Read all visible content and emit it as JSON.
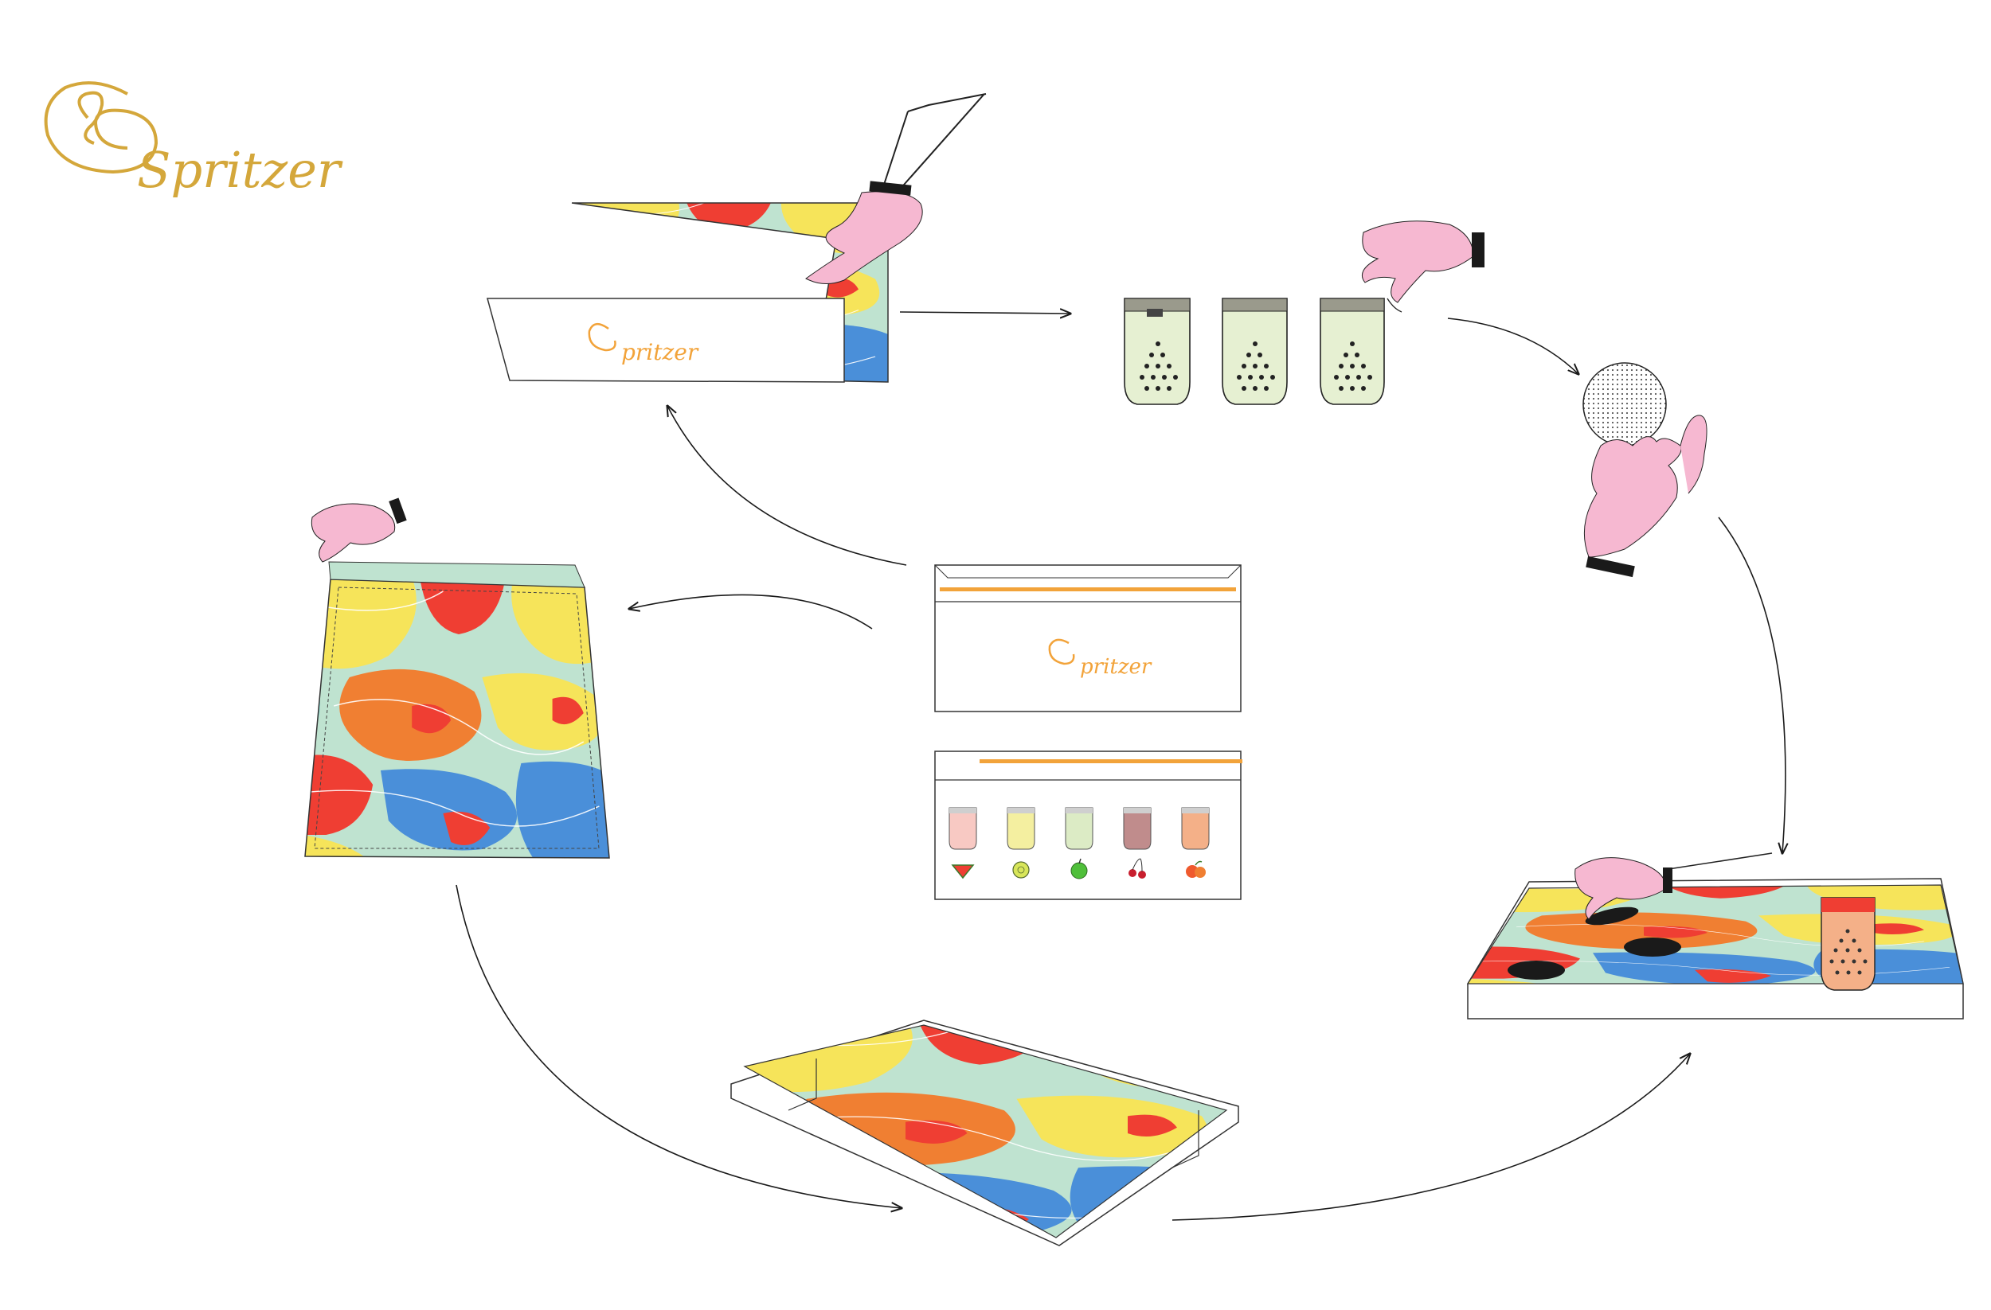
{
  "brand": {
    "logo_text": "Spritzer",
    "logo_color": "#D4A73B",
    "accent_orange": "#F2A33A"
  },
  "palette": {
    "red": "#EF3E33",
    "orange": "#F07F32",
    "yellow": "#F6E45A",
    "blue": "#4A8FD9",
    "mint": "#BFE3D0",
    "teal": "#8ED6CF",
    "pink_hand": "#F6B8D1",
    "pale_green": "#E6F0D2",
    "dark": "#1a1a1a"
  },
  "steps": [
    {
      "id": "open-box",
      "icon": "box-with-hand-icon"
    },
    {
      "id": "pick-cups",
      "icon": "three-cups-icon"
    },
    {
      "id": "hold-lid",
      "icon": "lid-with-hand-icon"
    },
    {
      "id": "tray-serving",
      "icon": "serving-tray-icon"
    },
    {
      "id": "flat-tray",
      "icon": "flat-tray-icon"
    },
    {
      "id": "unfold-sheet",
      "icon": "unfolded-sheet-icon"
    },
    {
      "id": "closed-box",
      "icon": "closed-box-icon"
    },
    {
      "id": "flavor-panel",
      "icon": "flavor-panel-icon"
    }
  ],
  "flavors": [
    {
      "cup": "#F8C9C3",
      "fruit": "watermelon-icon"
    },
    {
      "cup": "#F4EFA0",
      "fruit": "lime-icon"
    },
    {
      "cup": "#DCEBC5",
      "fruit": "apple-icon"
    },
    {
      "cup": "#C08C8C",
      "fruit": "cherry-icon"
    },
    {
      "cup": "#F4B088",
      "fruit": "peach-icon"
    }
  ]
}
